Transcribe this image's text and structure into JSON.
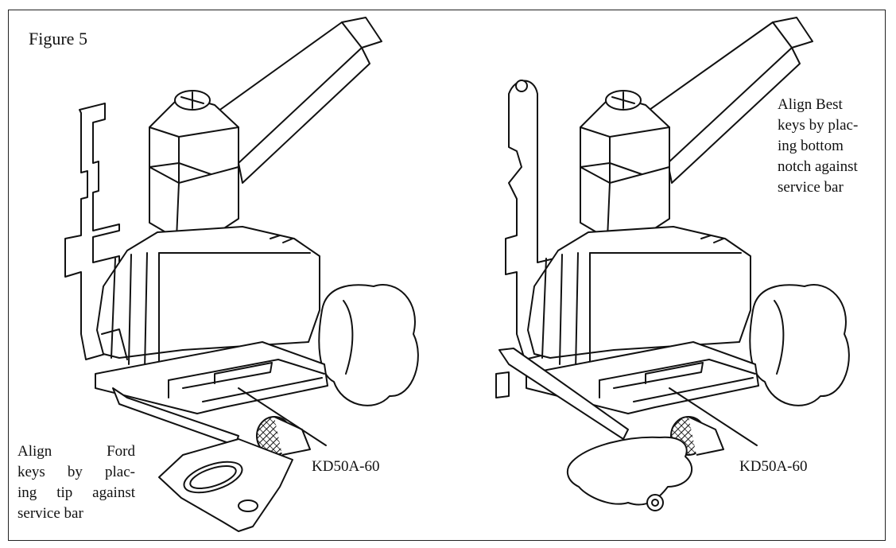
{
  "figure": {
    "title": "Figure 5"
  },
  "left_panel": {
    "note_lines": [
      "Align Ford",
      "keys by plac-",
      "ing tip against",
      "service bar"
    ],
    "part_label": "KD50A-60"
  },
  "right_panel": {
    "note_lines": [
      "Align Best",
      "keys by plac-",
      "ing bottom",
      "notch against",
      "service bar"
    ],
    "part_label": "KD50A-60"
  }
}
